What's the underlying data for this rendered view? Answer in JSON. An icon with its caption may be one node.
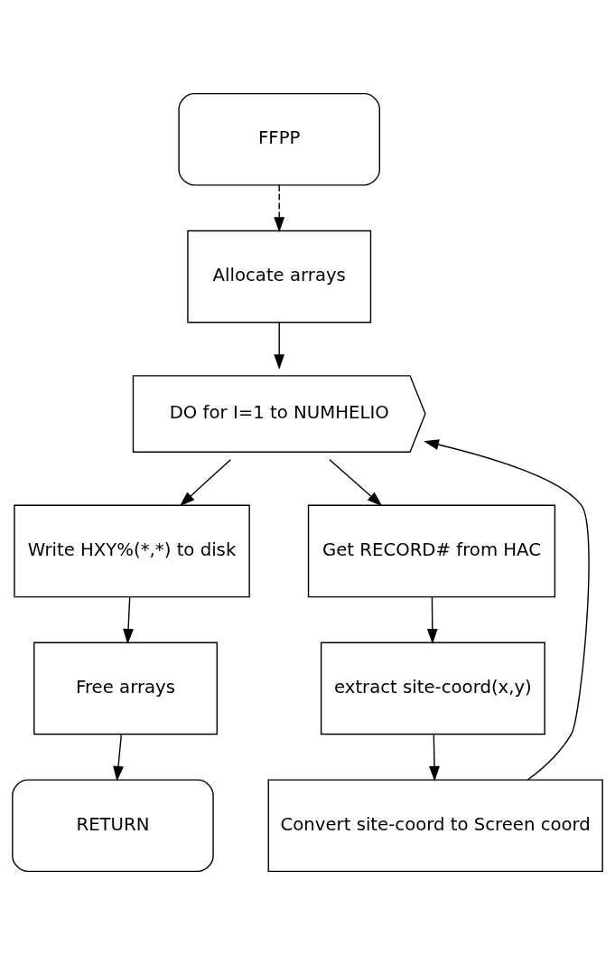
{
  "diagram": {
    "nodes": [
      {
        "text": [
          "FFPP"
        ]
      },
      {
        "text": [
          "Allocate arrays"
        ]
      },
      {
        "text": [
          "DO for I=1 to NUMHELIO"
        ]
      },
      {
        "text": [
          "Write HXY%(*,*) to disk"
        ]
      },
      {
        "text": [
          "Free arrays"
        ]
      },
      {
        "text": [
          "RETURN"
        ]
      },
      {
        "text": [
          "Get RECORD# from HAC"
        ]
      },
      {
        "text": [
          "extract site-coord(x,y)"
        ]
      },
      {
        "text": [
          "Convert site-coord to Screen coord"
        ]
      }
    ],
    "edges": [
      {
        "from": 0,
        "to": 1,
        "arrow": "to",
        "style": "dashed"
      },
      {
        "from": 1,
        "to": 2,
        "arrow": "to"
      },
      {
        "from": 2,
        "to": 3,
        "arrow": "to"
      },
      {
        "from": 3,
        "to": 4,
        "arrow": "to"
      },
      {
        "from": 4,
        "to": 5,
        "arrow": "to"
      },
      {
        "from": 2,
        "to": 6,
        "arrow": "to"
      },
      {
        "from": 6,
        "to": 7,
        "arrow": "to"
      },
      {
        "from": 7,
        "to": 8,
        "arrow": "to"
      },
      {
        "from": 8,
        "to": 2,
        "arrow": "to"
      }
    ]
  }
}
